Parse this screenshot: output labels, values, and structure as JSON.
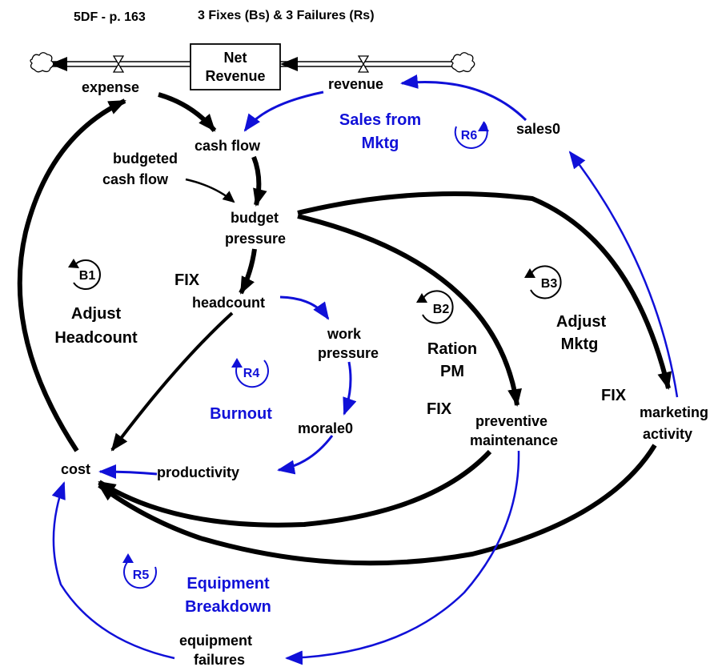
{
  "header": {
    "page_ref": "5DF - p. 163",
    "subtitle": "3 Fixes (Bs) & 3 Failures (Rs)"
  },
  "stock": {
    "line1": "Net",
    "line2": "Revenue"
  },
  "flows": {
    "expense": "expense",
    "revenue": "revenue"
  },
  "variables": {
    "cash_flow": "cash flow",
    "budgeted_cash_flow_1": "budgeted",
    "budgeted_cash_flow_2": "cash flow",
    "budget_pressure_1": "budget",
    "budget_pressure_2": "pressure",
    "headcount": "headcount",
    "work_pressure_1": "work",
    "work_pressure_2": "pressure",
    "morale": "morale0",
    "productivity": "productivity",
    "cost": "cost",
    "sales": "sales0",
    "preventive_maintenance_1": "preventive",
    "preventive_maintenance_2": "maintenance",
    "marketing_activity_1": "marketing",
    "marketing_activity_2": "activity",
    "equipment_failures_1": "equipment",
    "equipment_failures_2": "failures"
  },
  "loops": {
    "b1": {
      "id": "B1",
      "name1": "Adjust",
      "name2": "Headcount"
    },
    "b2": {
      "id": "B2",
      "name1": "Ration",
      "name2": "PM"
    },
    "b3": {
      "id": "B3",
      "name1": "Adjust",
      "name2": "Mktg"
    },
    "r4": {
      "id": "R4",
      "name1": "Burnout"
    },
    "r5": {
      "id": "R5",
      "name1": "Equipment",
      "name2": "Breakdown"
    },
    "r6": {
      "id": "R6",
      "name1": "Sales from",
      "name2": "Mktg"
    }
  },
  "fix_labels": {
    "headcount": "FIX",
    "preventive": "FIX",
    "marketing": "FIX"
  },
  "colors": {
    "fix_link": "#000000",
    "failure_link": "#1010d8"
  }
}
